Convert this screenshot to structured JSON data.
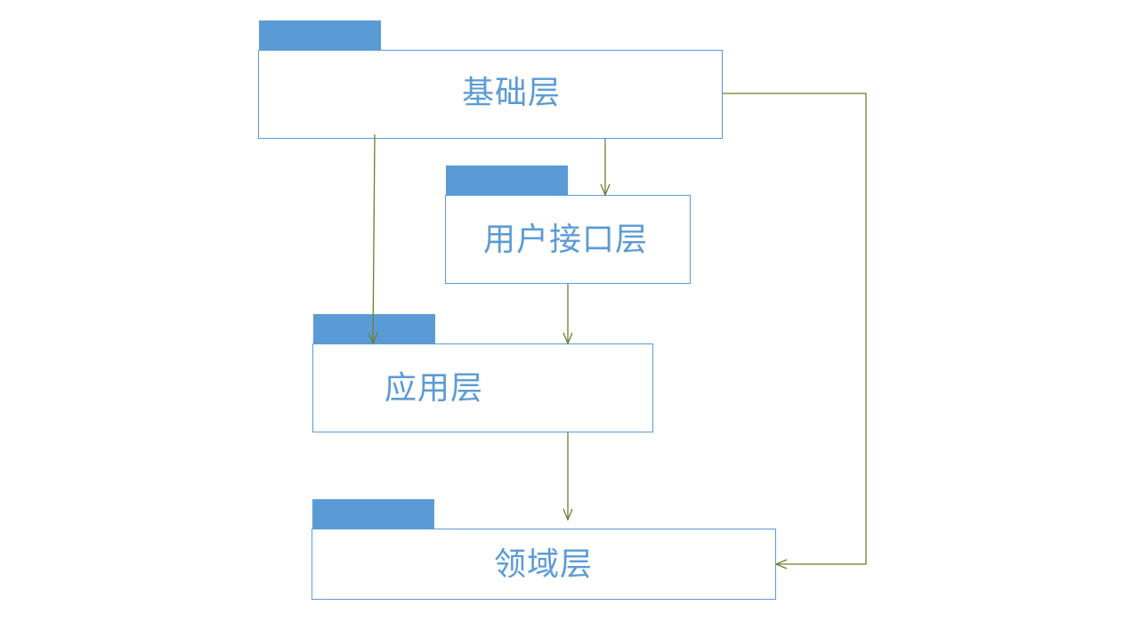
{
  "colors": {
    "tab_fill": "#5b9bd5",
    "box_border": "#5b9bd5",
    "label_text": "#5b9bd5",
    "arrow": "#6b7f2f"
  },
  "layers": {
    "infrastructure": {
      "label": "基础层"
    },
    "user_interface": {
      "label": "用户接口层"
    },
    "application": {
      "label": "应用层"
    },
    "domain": {
      "label": "领域层"
    }
  },
  "dependencies": [
    {
      "from": "infrastructure",
      "to": "user_interface"
    },
    {
      "from": "infrastructure",
      "to": "application"
    },
    {
      "from": "infrastructure",
      "to": "domain"
    },
    {
      "from": "user_interface",
      "to": "application"
    },
    {
      "from": "application",
      "to": "domain"
    }
  ]
}
